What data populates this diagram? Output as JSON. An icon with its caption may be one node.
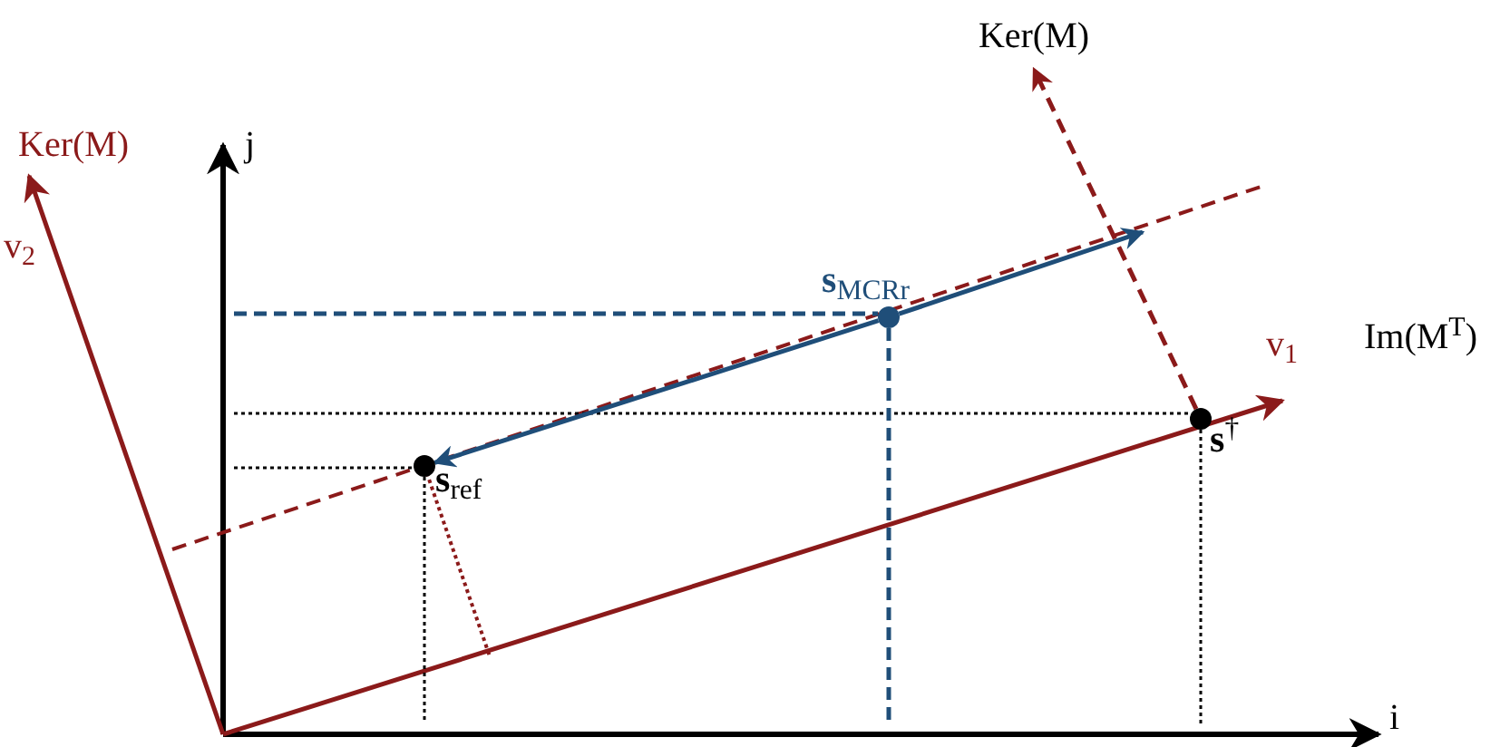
{
  "diagram": {
    "nodes": [
      {
        "text": [
          "Ker(M)"
        ]
      },
      {
        "text": [],
        "shape": "circle",
        "beside": [
          "**s**$_{MCRr}$"
        ]
      },
      {
        "text": [],
        "shape": "circle",
        "beside": [
          "**s**$^{†}$"
        ]
      },
      {
        "text": [],
        "shape": "circle",
        "beside": [
          "**s**$_{ref}$"
        ]
      }
    ],
    "edges": [
      {
        "from": 1,
        "to": 3,
        "arrow": "to"
      },
      {
        "from": 1,
        "to": null,
        "arrow": "to"
      },
      {
        "from": 2,
        "to": 0,
        "arrow": "to",
        "style": "dashed",
        "color": "#8b1a1a"
      }
    ],
    "labels": [
      "Ker(M)",
      "j",
      "v$_{2}$",
      "Im(M$^{T}$)",
      "v$_{1}$",
      "i"
    ]
  }
}
